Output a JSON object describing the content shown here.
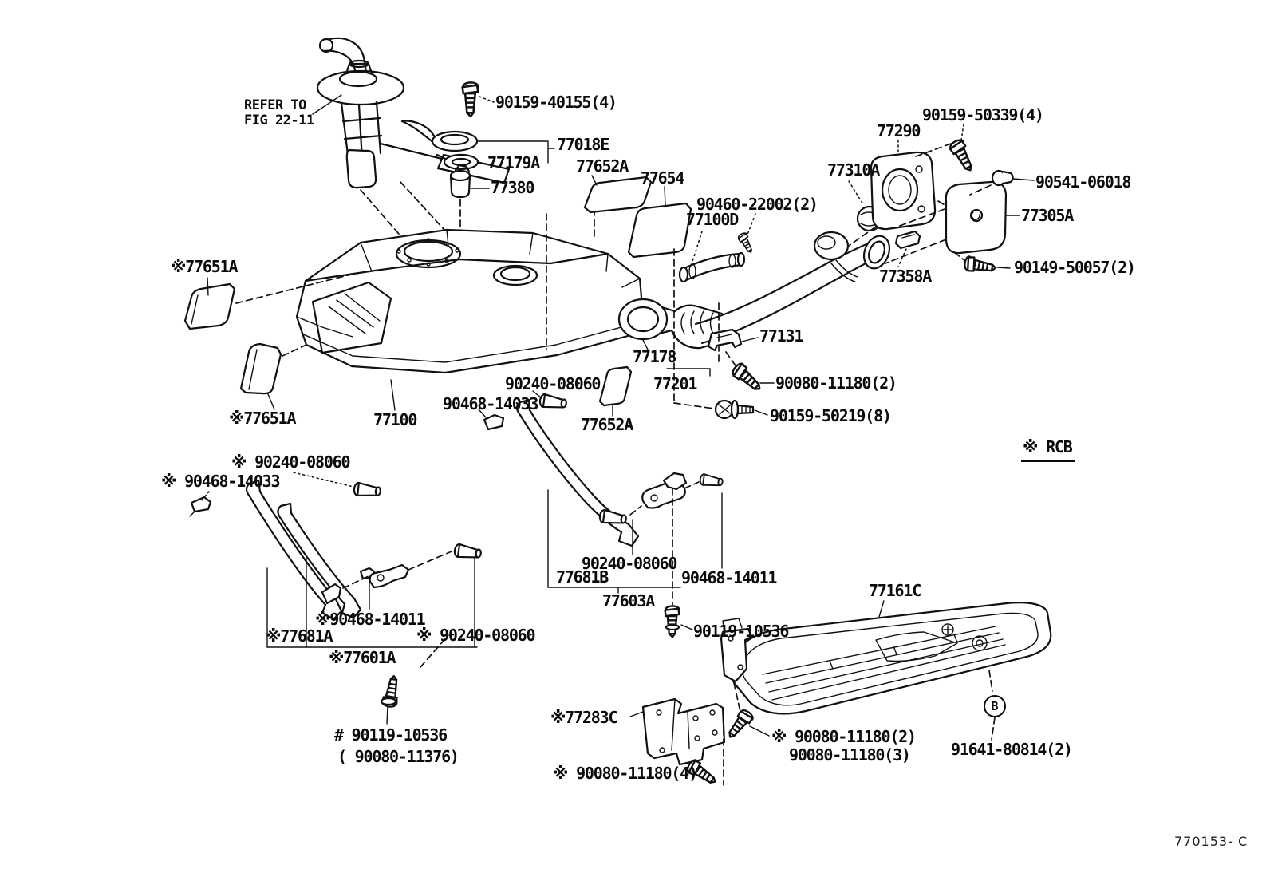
{
  "diagram": {
    "figure_code": "770153- C",
    "rcb_note": "※ RCB",
    "circled_marker": "B",
    "refer_note": {
      "line1": "REFER TO",
      "line2": "FIG 22-11"
    }
  },
  "labels": {
    "b90159_40155": "90159-40155(4)",
    "b77018e": "77018E",
    "b77179a": "77179A",
    "b77652a_1": "77652A",
    "b77654": "77654",
    "b77380": "77380",
    "b77290": "77290",
    "b90159_50339": "90159-50339(4)",
    "b77310a": "77310A",
    "b90541_06018": "90541-06018",
    "b77305a": "77305A",
    "b90460_22002": "90460-22002(2)",
    "b77100d": "77100D",
    "b77358a": "77358A",
    "b90149_50057": "90149-50057(2)",
    "b77651a_1": "※77651A",
    "b77178": "77178",
    "b77131": "77131",
    "b90080_11180_2a": "90080-11180(2)",
    "b77201": "77201",
    "b90159_50219": "90159-50219(8)",
    "b77651a_2": "※77651A",
    "b77100": "77100",
    "b90240_08060_1": "90240-08060",
    "b90468_14033_1": "90468-14033",
    "b77652a_2": "77652A",
    "b90240_08060_2": "※ 90240-08060",
    "b90468_14033_2": "※ 90468-14033",
    "b90240_08060_3": "90240-08060",
    "b77681b": "77681B",
    "b90468_14011_1": "90468-14011",
    "b77603a": "77603A",
    "b77161c": "77161C",
    "b90468_14011_2": "※90468-14011",
    "b77681a": "※77681A",
    "b90240_08060_4": "※ 90240-08060",
    "b77601a": "※77601A",
    "b90119_10536_1": "90119-10536",
    "b90119_10536_2": "# 90119-10536",
    "b90080_11376": "( 90080-11376)",
    "b77283c": "※77283C",
    "b90080_11180_2b": "※ 90080-11180(2)",
    "b90080_11180_3": "90080-11180(3)",
    "b90080_11180_4": "※ 90080-11180(4)",
    "b91641_80814": "91641-80814(2)"
  }
}
